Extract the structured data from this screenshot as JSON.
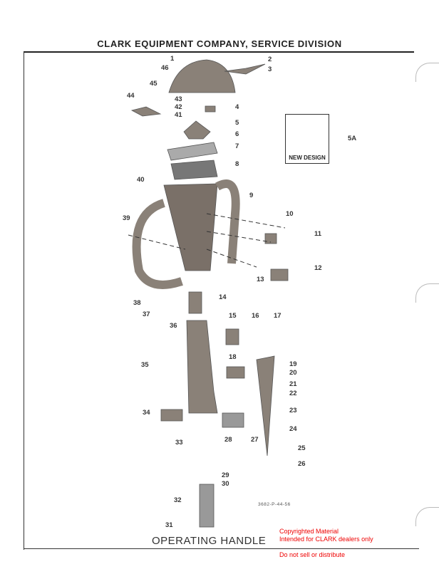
{
  "header": "CLARK EQUIPMENT COMPANY, SERVICE DIVISION",
  "title": "OPERATING HANDLE",
  "drawing_code": "3682-P-44-56",
  "inset_label": "NEW DESIGN",
  "callouts": [
    "1",
    "46",
    "45",
    "2",
    "3",
    "44",
    "43",
    "42",
    "41",
    "4",
    "5",
    "6",
    "7",
    "8",
    "5A",
    "40",
    "9",
    "39",
    "10",
    "11",
    "12",
    "13",
    "38",
    "14",
    "37",
    "36",
    "15",
    "16",
    "17",
    "18",
    "19",
    "20",
    "21",
    "22",
    "23",
    "24",
    "25",
    "26",
    "35",
    "34",
    "28",
    "27",
    "33",
    "29",
    "30",
    "32",
    "31"
  ],
  "watermark": [
    "Copyrighted Material",
    "Intended for CLARK dealers only",
    "Do not sell or distribute"
  ]
}
